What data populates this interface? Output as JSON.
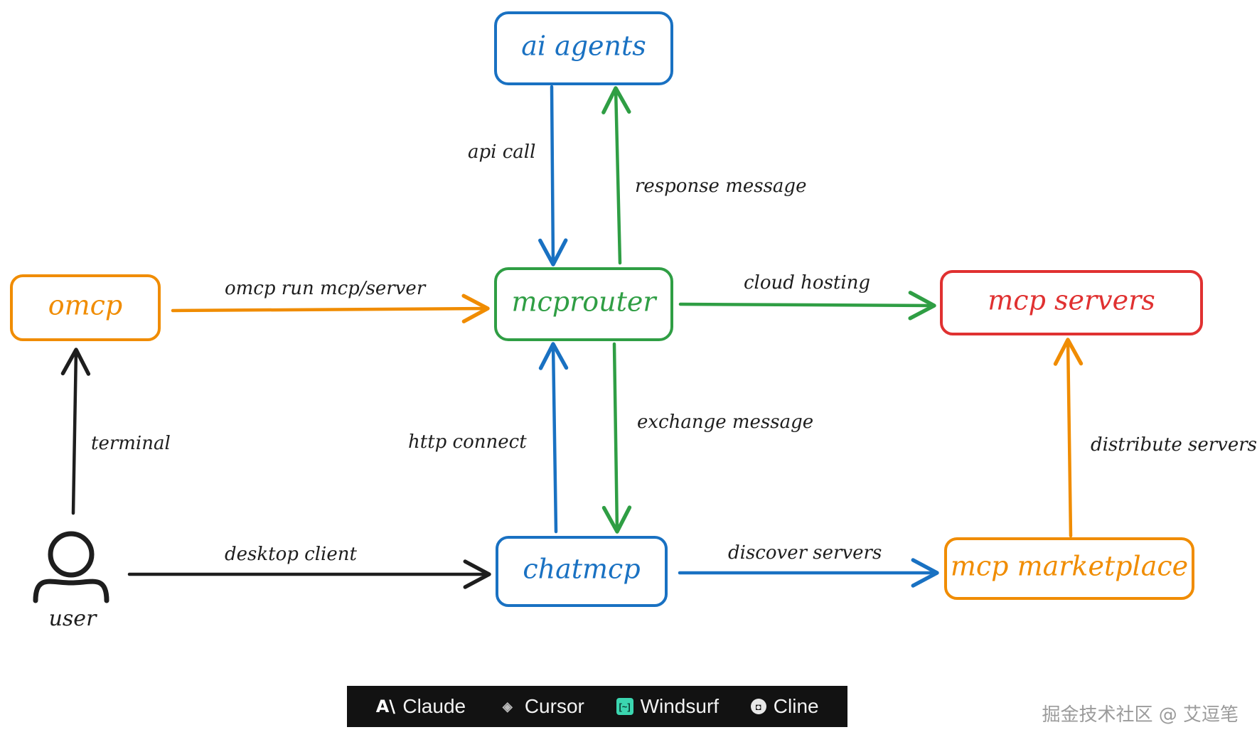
{
  "colors": {
    "blue": "#1971c2",
    "green": "#2f9e44",
    "orange": "#f08c00",
    "red": "#e03131",
    "black": "#1e1e1e"
  },
  "nodes": {
    "ai_agents": "ai agents",
    "mcprouter": "mcprouter",
    "omcp": "omcp",
    "mcp_servers": "mcp servers",
    "chatmcp": "chatmcp",
    "mcp_marketplace": "mcp marketplace",
    "user": "user"
  },
  "edges": {
    "api_call": "api call",
    "response_message": "response message",
    "omcp_run": "omcp run mcp/server",
    "cloud_hosting": "cloud hosting",
    "terminal": "terminal",
    "http_connect": "http connect",
    "exchange_message": "exchange message",
    "distribute_servers": "distribute servers",
    "desktop_client": "desktop client",
    "discover_servers": "discover servers"
  },
  "tools": [
    {
      "name": "Claude",
      "icon": "claude-icon",
      "glyph": "A\\"
    },
    {
      "name": "Cursor",
      "icon": "cursor-icon",
      "glyph": "◈"
    },
    {
      "name": "Windsurf",
      "icon": "windsurf-icon",
      "glyph": "[~]"
    },
    {
      "name": "Cline",
      "icon": "cline-icon",
      "glyph": "◘"
    }
  ],
  "watermark": "掘金技术社区 @ 艾逗笔"
}
